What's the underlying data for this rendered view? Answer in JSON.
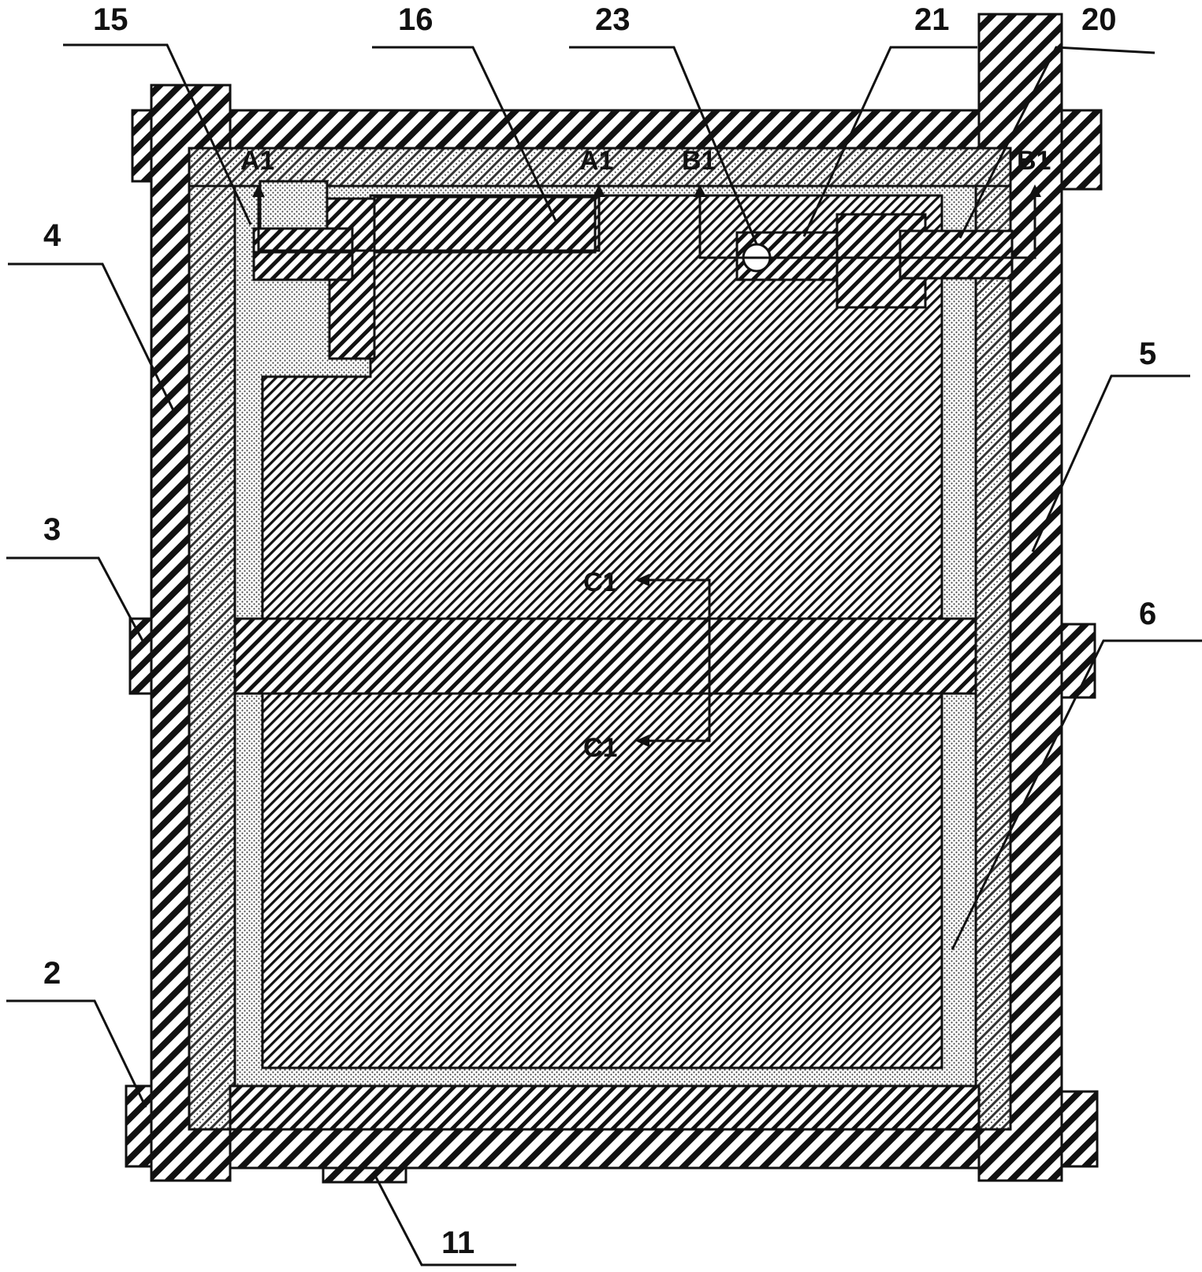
{
  "figure": {
    "reference_labels": {
      "r15": "15",
      "r16": "16",
      "r23": "23",
      "r21": "21",
      "r20": "20",
      "r4": "4",
      "r5": "5",
      "r3": "3",
      "r6": "6",
      "r2": "2",
      "r11": "11"
    },
    "section_markers": {
      "a1_left": "A1",
      "a1_right": "A1",
      "b1_left": "B1",
      "b1_right": "B1",
      "c1_top": "C1",
      "c1_bottom": "C1"
    },
    "colors": {
      "ink": "#111111",
      "background": "#ffffff"
    }
  }
}
